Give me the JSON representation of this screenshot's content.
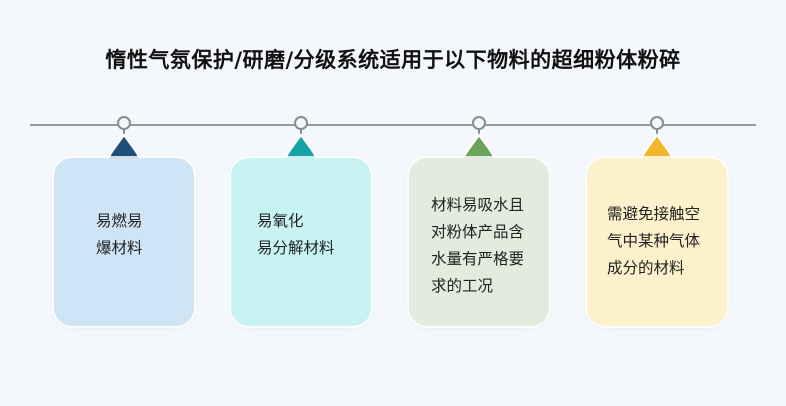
{
  "title": "惰性气氛保护/研磨/分级系统适用于以下物料的超细粉体粉碎",
  "items": [
    {
      "lines": [
        "易燃易",
        "爆材料"
      ],
      "drop_color": "#1f4e79",
      "card_color": "#cfe4f5"
    },
    {
      "lines": [
        "易氧化",
        "易分解材料"
      ],
      "drop_color": "#17a2a8",
      "card_color": "#c7f3f3"
    },
    {
      "lines": [
        "材料易吸水且",
        "对粉体产品含",
        "水量有严格要",
        "求的工况"
      ],
      "drop_color": "#6aa35a",
      "card_color": "#e2ebdd"
    },
    {
      "lines": [
        "需避免接触空",
        "气中某种气体",
        "成分的材料"
      ],
      "drop_color": "#f2b62b",
      "card_color": "#fdf1cc"
    }
  ]
}
